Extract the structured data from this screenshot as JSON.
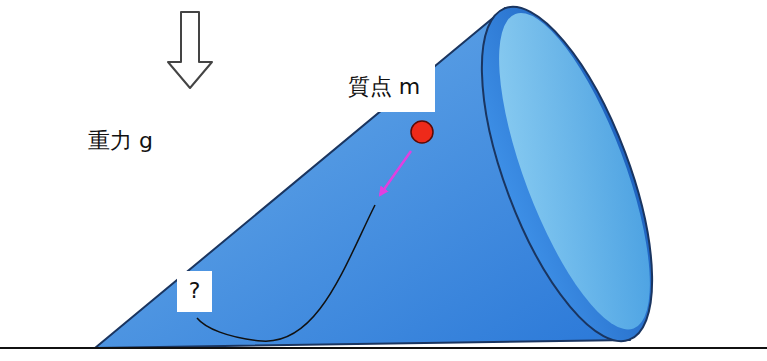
{
  "diagram": {
    "labels": [
      "質点 m",
      "重力 g",
      "?"
    ]
  }
}
